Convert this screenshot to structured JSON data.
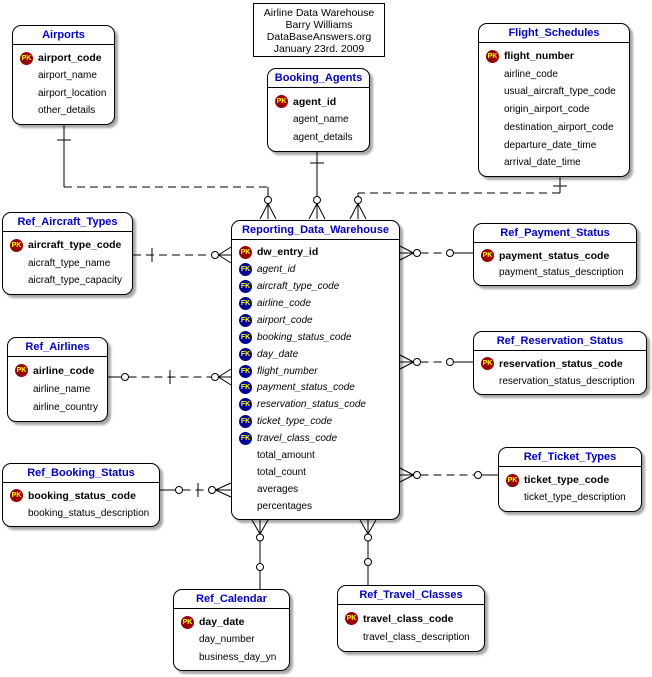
{
  "diagram": {
    "note_box": {
      "lines": [
        "Airline Data Warehouse",
        "Barry Williams",
        "DataBaseAnswers.org",
        "January 23rd. 2009"
      ]
    },
    "colors": {
      "title_blue": "#0000CC",
      "pk_badge_bg": "#990000",
      "fk_badge_bg": "#000099",
      "badge_text": "#FFFF00",
      "line": "#000000"
    },
    "tables": [
      {
        "id": "airports",
        "title": "Airports",
        "fields": [
          {
            "badge": "PK",
            "name": "airport_code",
            "bold": true
          },
          {
            "name": "airport_name"
          },
          {
            "name": "airport_location"
          },
          {
            "name": "other_details"
          }
        ]
      },
      {
        "id": "booking_agents",
        "title": "Booking_Agents",
        "fields": [
          {
            "badge": "PK",
            "name": "agent_id",
            "bold": true
          },
          {
            "name": "agent_name"
          },
          {
            "name": "agent_details"
          }
        ]
      },
      {
        "id": "flight_schedules",
        "title": "Flight_Schedules",
        "fields": [
          {
            "badge": "PK",
            "name": "flight_number",
            "bold": true
          },
          {
            "name": "airline_code"
          },
          {
            "name": "usual_aircraft_type_code"
          },
          {
            "name": "origin_airport_code"
          },
          {
            "name": "destination_airport_code"
          },
          {
            "name": "departure_date_time"
          },
          {
            "name": "arrival_date_time"
          }
        ]
      },
      {
        "id": "reporting_data_warehouse",
        "title": "Reporting_Data_Warehouse",
        "fields": [
          {
            "badge": "PK",
            "name": "dw_entry_id",
            "bold": true
          },
          {
            "badge": "FK",
            "name": "agent_id",
            "italic": true
          },
          {
            "badge": "FK",
            "name": "aircraft_type_code",
            "italic": true
          },
          {
            "badge": "FK",
            "name": "airline_code",
            "italic": true
          },
          {
            "badge": "FK",
            "name": "airport_code",
            "italic": true
          },
          {
            "badge": "FK",
            "name": "booking_status_code",
            "italic": true
          },
          {
            "badge": "FK",
            "name": "day_date",
            "italic": true
          },
          {
            "badge": "FK",
            "name": "flight_number",
            "italic": true
          },
          {
            "badge": "FK",
            "name": "payment_status_code",
            "italic": true
          },
          {
            "badge": "FK",
            "name": "reservation_status_code",
            "italic": true
          },
          {
            "badge": "FK",
            "name": "ticket_type_code",
            "italic": true
          },
          {
            "badge": "FK",
            "name": "travel_class_code",
            "italic": true
          },
          {
            "name": "total_amount"
          },
          {
            "name": "total_count"
          },
          {
            "name": "averages"
          },
          {
            "name": "percentages"
          }
        ]
      },
      {
        "id": "ref_aircraft_types",
        "title": "Ref_Aircraft_Types",
        "fields": [
          {
            "badge": "PK",
            "name": "aircraft_type_code",
            "bold": true
          },
          {
            "name": "aicraft_type_name"
          },
          {
            "name": "aicraft_type_capacity"
          }
        ]
      },
      {
        "id": "ref_airlines",
        "title": "Ref_Airlines",
        "fields": [
          {
            "badge": "PK",
            "name": "airline_code",
            "bold": true
          },
          {
            "name": "airline_name"
          },
          {
            "name": "airline_country"
          }
        ]
      },
      {
        "id": "ref_booking_status",
        "title": "Ref_Booking_Status",
        "fields": [
          {
            "badge": "PK",
            "name": "booking_status_code",
            "bold": true
          },
          {
            "name": "booking_status_description"
          }
        ]
      },
      {
        "id": "ref_payment_status",
        "title": "Ref_Payment_Status",
        "fields": [
          {
            "badge": "PK",
            "name": "payment_status_code",
            "bold": true
          },
          {
            "name": "payment_status_description"
          }
        ]
      },
      {
        "id": "ref_reservation_status",
        "title": "Ref_Reservation_Status",
        "fields": [
          {
            "badge": "PK",
            "name": "reservation_status_code",
            "bold": true
          },
          {
            "name": "reservation_status_description"
          }
        ]
      },
      {
        "id": "ref_ticket_types",
        "title": "Ref_Ticket_Types",
        "fields": [
          {
            "badge": "PK",
            "name": "ticket_type_code",
            "bold": true
          },
          {
            "name": "ticket_type_description"
          }
        ]
      },
      {
        "id": "ref_calendar",
        "title": "Ref_Calendar",
        "fields": [
          {
            "badge": "PK",
            "name": "day_date",
            "bold": true
          },
          {
            "name": "day_number"
          },
          {
            "name": "business_day_yn"
          }
        ]
      },
      {
        "id": "ref_travel_classes",
        "title": "Ref_Travel_Classes",
        "fields": [
          {
            "badge": "PK",
            "name": "travel_class_code",
            "bold": true
          },
          {
            "name": "travel_class_description"
          }
        ]
      }
    ],
    "relationships": [
      {
        "from": "Airports",
        "to": "Reporting_Data_Warehouse",
        "cardinality": "one-to-zero-or-many",
        "style": "dashed"
      },
      {
        "from": "Booking_Agents",
        "to": "Reporting_Data_Warehouse",
        "cardinality": "one-to-zero-or-many",
        "style": "solid"
      },
      {
        "from": "Flight_Schedules",
        "to": "Reporting_Data_Warehouse",
        "cardinality": "one-to-zero-or-many",
        "style": "dashed"
      },
      {
        "from": "Ref_Aircraft_Types",
        "to": "Reporting_Data_Warehouse",
        "cardinality": "one-to-zero-or-many",
        "style": "dashed"
      },
      {
        "from": "Ref_Airlines",
        "to": "Reporting_Data_Warehouse",
        "cardinality": "one-to-zero-or-many",
        "style": "dashed"
      },
      {
        "from": "Ref_Booking_Status",
        "to": "Reporting_Data_Warehouse",
        "cardinality": "one-to-zero-or-many",
        "style": "dashed"
      },
      {
        "from": "Ref_Payment_Status",
        "to": "Reporting_Data_Warehouse",
        "cardinality": "one-to-zero-or-many",
        "style": "dashed"
      },
      {
        "from": "Ref_Reservation_Status",
        "to": "Reporting_Data_Warehouse",
        "cardinality": "one-to-zero-or-many",
        "style": "dashed"
      },
      {
        "from": "Ref_Ticket_Types",
        "to": "Reporting_Data_Warehouse",
        "cardinality": "one-to-zero-or-many",
        "style": "dashed"
      },
      {
        "from": "Ref_Calendar",
        "to": "Reporting_Data_Warehouse",
        "cardinality": "one-to-zero-or-many",
        "style": "solid"
      },
      {
        "from": "Ref_Travel_Classes",
        "to": "Reporting_Data_Warehouse",
        "cardinality": "one-to-zero-or-many",
        "style": "solid"
      }
    ]
  }
}
